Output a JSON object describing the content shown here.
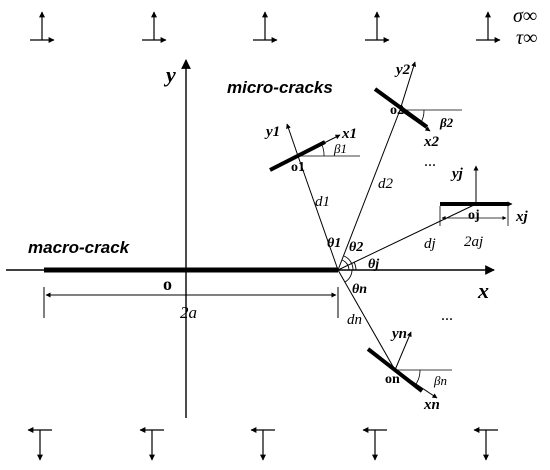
{
  "labels": {
    "micro_cracks": "micro-cracks",
    "macro_crack": "macro-crack",
    "origin": "o",
    "x_axis": "x",
    "y_axis": "y",
    "two_a": "2a",
    "sigma_inf": "σ∞",
    "tau_inf": "τ∞",
    "more_top": "...",
    "more_bottom": "..."
  },
  "crack1": {
    "origin": "o1",
    "x": "x1",
    "y": "y1",
    "beta": "β1",
    "d": "d1",
    "theta": "θ1"
  },
  "crack2": {
    "origin": "o2",
    "x": "x2",
    "y": "y2",
    "beta": "β2",
    "d": "d2",
    "theta": "θ2"
  },
  "crackj": {
    "origin": "oj",
    "x": "xj",
    "y": "yj",
    "d": "dj",
    "theta": "θj",
    "length": "2aj"
  },
  "crackn": {
    "origin": "on",
    "x": "xn",
    "y": "yn",
    "beta": "βn",
    "d": "dn",
    "theta": "θn"
  },
  "colors": {
    "ink": "#000000",
    "background": "#ffffff"
  }
}
